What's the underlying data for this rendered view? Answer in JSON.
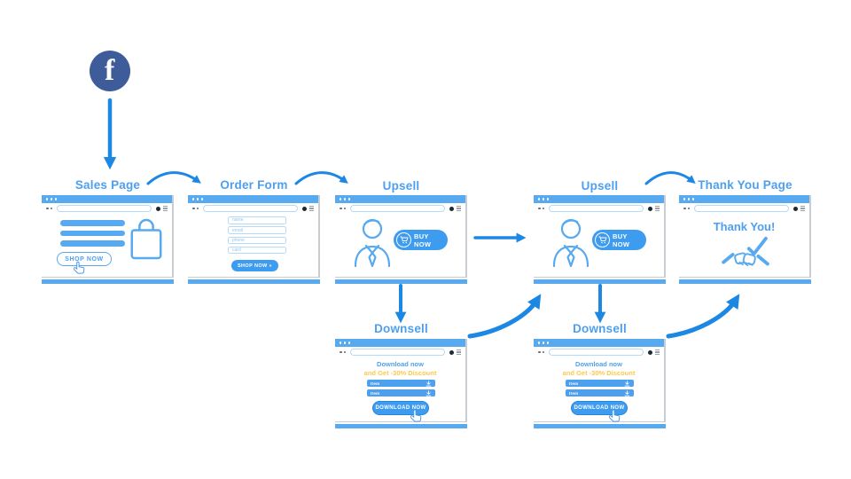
{
  "colors": {
    "arrow_blue": "#1D87E4",
    "window_bar_blue": "#57A9F0",
    "label_blue": "#4DA0F0",
    "button_blue": "#3D9BF0",
    "accent_yellow": "#FFC84B",
    "facebook_navy": "#3E5C9A"
  },
  "source": {
    "name": "Facebook",
    "letter": "f"
  },
  "windows": {
    "sales": {
      "label": "Sales Page",
      "button": "SHOP NOW"
    },
    "order": {
      "label": "Order Form",
      "fields": [
        "name",
        "email",
        "phone",
        "card"
      ],
      "button": "SHOP NOW »"
    },
    "upsell1": {
      "label": "Upsell",
      "button": "BUY NOW"
    },
    "upsell2": {
      "label": "Upsell",
      "button": "BUY NOW"
    },
    "thankyou": {
      "label": "Thank You Page",
      "headline": "Thank You!"
    },
    "downsell1": {
      "label": "Downsell",
      "line1": "Download now",
      "line2": "and Get -30% Discount",
      "items": [
        "Item",
        "Item"
      ],
      "button": "DOWNLOAD NOW"
    },
    "downsell2": {
      "label": "Downsell",
      "line1": "Download now",
      "line2": "and Get -30% Discount",
      "items": [
        "Item",
        "Item"
      ],
      "button": "DOWNLOAD NOW"
    }
  }
}
